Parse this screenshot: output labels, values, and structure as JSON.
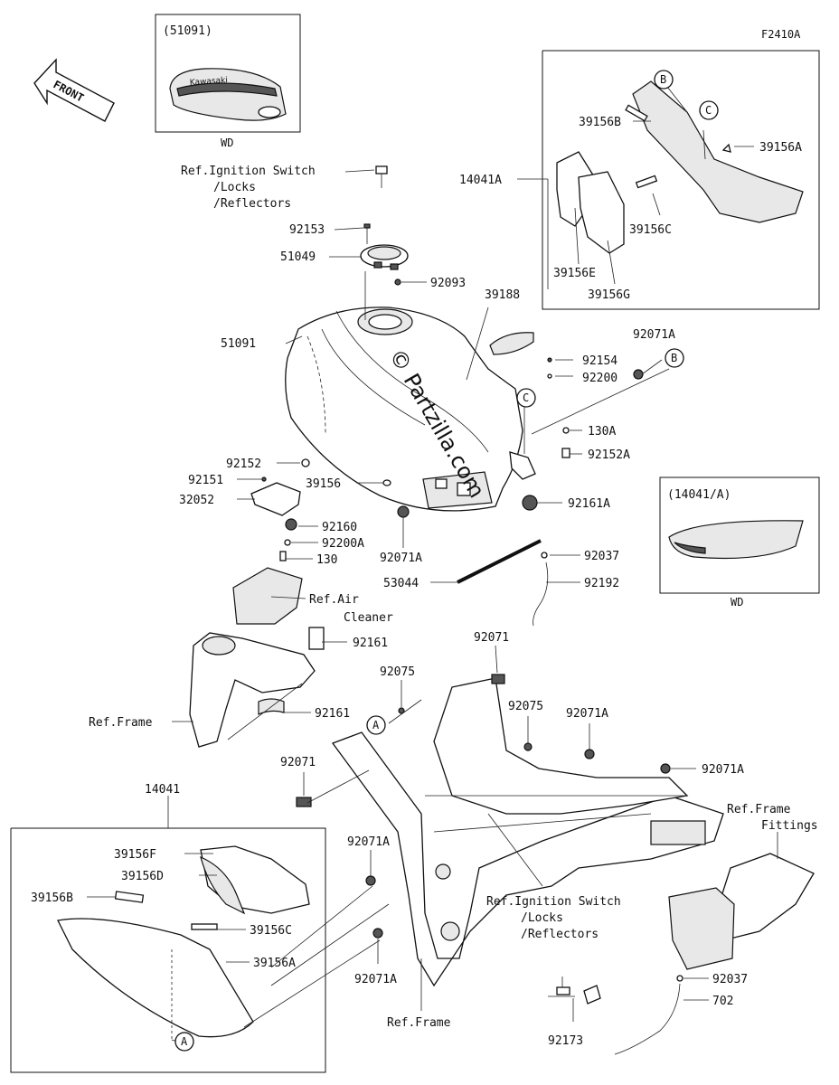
{
  "figure_code": "F2410A",
  "front_label": "FRONT",
  "insets": {
    "tank_variant": {
      "code": "(51091)",
      "note": "WD",
      "brand_text": "Kawasaki"
    },
    "cover_variant": {
      "code": "(14041/A)",
      "note": "WD"
    }
  },
  "watermark": "© Partzilla.com",
  "callouts": {
    "A": "A",
    "B": "B",
    "C": "C"
  },
  "labels": {
    "ref_ignition_1": "Ref.Ignition Switch",
    "ref_locks_1": "/Locks",
    "ref_reflectors_1": "/Reflectors",
    "p92153": "92153",
    "p51049": "51049",
    "p92093": "92093",
    "p39188": "39188",
    "p51091": "51091",
    "p14041A": "14041A",
    "p39156B_top": "39156B",
    "p39156A_top": "39156A",
    "p39156C_top": "39156C",
    "p39156E": "39156E",
    "p39156G": "39156G",
    "p92071A_1": "92071A",
    "p92154": "92154",
    "p92200": "92200",
    "p130A": "130A",
    "p92152A": "92152A",
    "p92161A": "92161A",
    "p92152": "92152",
    "p92151": "92151",
    "p32052": "32052",
    "p39156": "39156",
    "p92160": "92160",
    "p92200A": "92200A",
    "p130": "130",
    "p92071A_2": "92071A",
    "p92037_1": "92037",
    "p53044": "53044",
    "p92192": "92192",
    "ref_air": "Ref.Air",
    "ref_cleaner": "Cleaner",
    "p92161_1": "92161",
    "p92161_2": "92161",
    "ref_frame_1": "Ref.Frame",
    "p92071_1": "92071",
    "p92075_1": "92075",
    "p92075_2": "92075",
    "p92071A_3": "92071A",
    "p92071A_4": "92071A",
    "p92071_2": "92071",
    "ref_frame_fittings_1": "Ref.Frame",
    "ref_frame_fittings_2": "Fittings",
    "p14041": "14041",
    "p39156F": "39156F",
    "p39156D": "39156D",
    "p39156B_bot": "39156B",
    "p39156C_bot": "39156C",
    "p39156A_bot": "39156A",
    "p92071A_5": "92071A",
    "p92071A_6": "92071A",
    "ref_ignition_2": "Ref.Ignition Switch",
    "ref_locks_2": "/Locks",
    "ref_reflectors_2": "/Reflectors",
    "ref_frame_2": "Ref.Frame",
    "p92173": "92173",
    "p92037_2": "92037",
    "p702": "702"
  }
}
